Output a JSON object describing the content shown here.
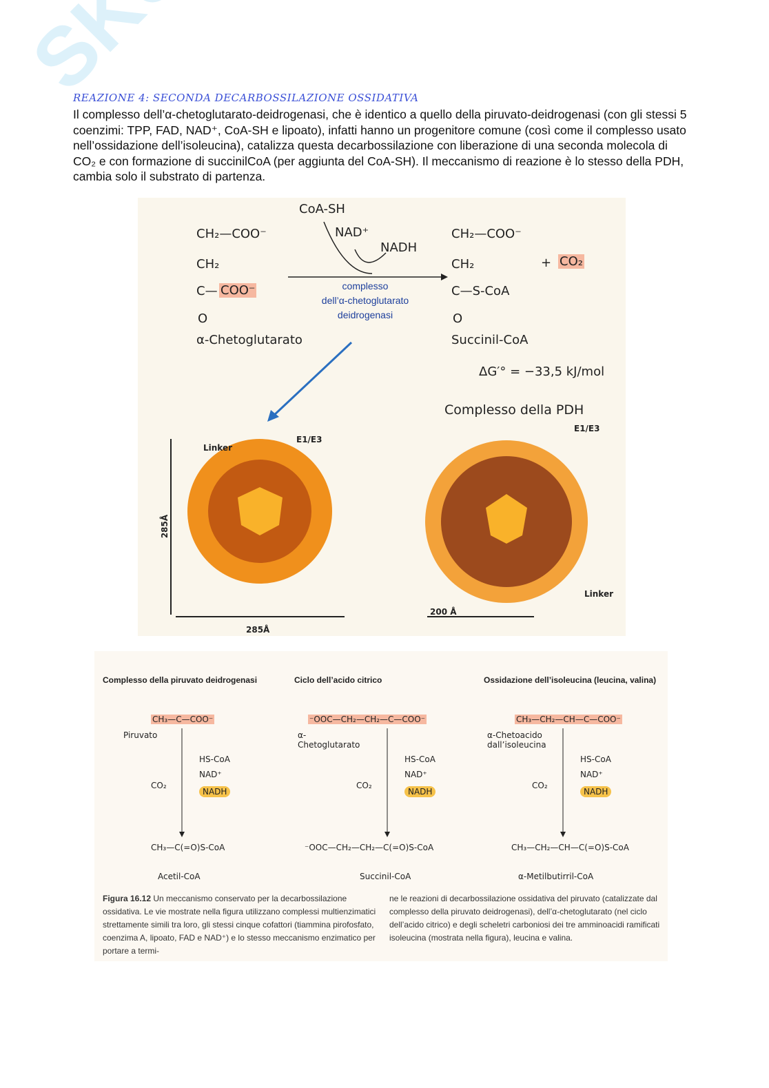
{
  "title": "REAZIONE 4: SECONDA DECARBOSSILAZIONE OSSIDATIVA",
  "body": "Il complesso dell’α-chetoglutarato-deidrogenasi, che è identico a quello della piruvato-deidrogenasi (con gli stessi 5 coenzimi: TPP, FAD, NAD⁺, CoA-SH e lipoato), infatti hanno un progenitore comune (così come il complesso usato nell’ossidazione dell’isoleucina), catalizza questa decarbossilazione con liberazione di una seconda molecola di CO₂ e con formazione di succinilCoA (per aggiunta del CoA-SH). Il meccanismo di reazione è lo stesso della PDH, cambia solo il substrato di partenza.",
  "watermark": "Skuola.net il paradiso dello studente",
  "reaction": {
    "substrate_lines": [
      "CH₂—COO⁻",
      "CH₂",
      "C—",
      "COO⁻",
      "O"
    ],
    "substrate_name": "α-Chetoglutarato",
    "cofactor_in1": "CoA-SH",
    "cofactor_in2": "NAD⁺",
    "cofactor_out": "NADH",
    "enzyme": [
      "complesso",
      "dell’α-chetoglutarato",
      "deidrogenasi"
    ],
    "product_lines": [
      "CH₂—COO⁻",
      "CH₂",
      "C—S-CoA",
      "O"
    ],
    "product_name": "Succinil-CoA",
    "plus": "+",
    "co2": "CO₂",
    "dg": "ΔG′° = −33,5 kJ/mol"
  },
  "structures": {
    "left": {
      "linker": "Linker",
      "e1e3": "E1/E3",
      "height": "285Å",
      "width": "285Å"
    },
    "right": {
      "title": "Complesso della PDH",
      "e1e3": "E1/E3",
      "linker": "Linker",
      "scale": "200 Å"
    }
  },
  "pathways": [
    {
      "heading": "Complesso della piruvato deidrogenasi",
      "substrate": "CH₃—C—COO⁻",
      "substrate_name": "Piruvato",
      "in1": "HS-CoA",
      "in2": "NAD⁺",
      "out": "NADH",
      "co2": "CO₂",
      "product": "CH₃—C(=O)S-CoA",
      "product_name": "Acetil-CoA"
    },
    {
      "heading": "Ciclo dell’acido citrico",
      "substrate": "⁻OOC—CH₂—CH₂—C—COO⁻",
      "substrate_name": "α-Chetoglutarato",
      "in1": "HS-CoA",
      "in2": "NAD⁺",
      "out": "NADH",
      "co2": "CO₂",
      "product": "⁻OOC—CH₂—CH₂—C(=O)S-CoA",
      "product_name": "Succinil-CoA"
    },
    {
      "heading": "Ossidazione dell’isoleucina (leucina, valina)",
      "substrate": "CH₃—CH₂—CH—C—COO⁻",
      "substrate_name": "α-Chetoacido dall’isoleucina",
      "in1": "HS-CoA",
      "in2": "NAD⁺",
      "out": "NADH",
      "co2": "CO₂",
      "product": "CH₃—CH₂—CH—C(=O)S-CoA",
      "product_name": "α-Metilbutirril-CoA"
    }
  ],
  "caption": {
    "label": "Figura 16.12",
    "col1": "Un meccanismo conservato per la decarbossilazione ossidativa. Le vie mostrate nella figura utilizzano complessi multienzimatici strettamente simili tra loro, gli stessi cinque cofattori (tiammina pirofosfato, coenzima A, lipoato, FAD e NAD⁺) e lo stesso meccanismo enzimatico per portare a termi-",
    "col2": "ne le reazioni di decarbossilazione ossidativa del piruvato (catalizzate dal complesso della piruvato deidrogenasi), dell’α-chetoglutarato (nel ciclo dell’acido citrico) e degli scheletri carboniosi dei tre amminoacidi ramificati isoleucina (mostrata nella figura), leucina e valina."
  },
  "colors": {
    "title": "#3a4fd6",
    "highlight": "#f6b8a0",
    "nadh": "#f6c24a",
    "arrow": "#2a6fc0",
    "protein": "#f0901c"
  }
}
